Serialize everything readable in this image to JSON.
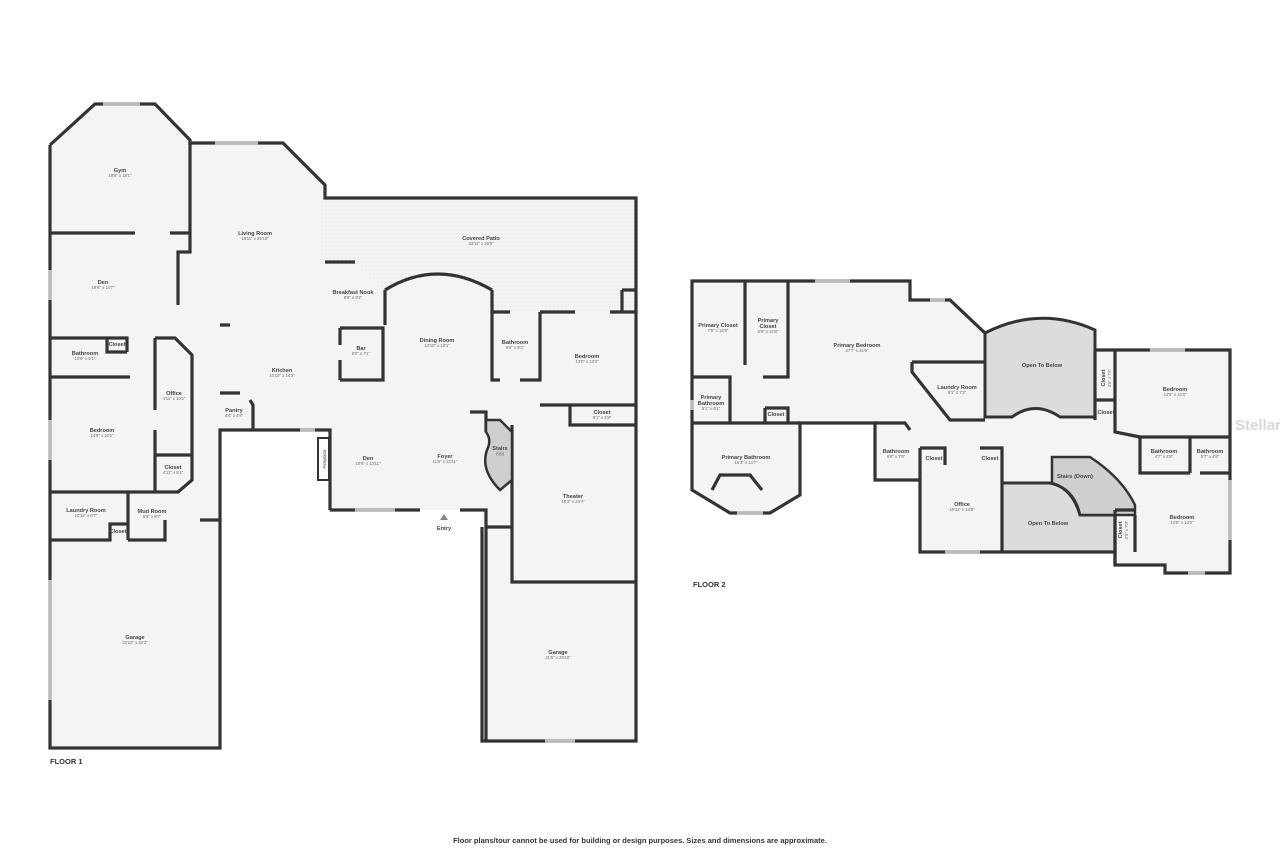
{
  "floor1": {
    "label": "FLOOR 1",
    "rooms": [
      {
        "name": "Gym",
        "dims": "19'8\" x 18'1\""
      },
      {
        "name": "Living Room",
        "dims": "18'11\" x 25'10\""
      },
      {
        "name": "Den",
        "dims": "19'8\" x 14'7\""
      },
      {
        "name": "Covered Patio",
        "dims": "43'11\" x 16'0\""
      },
      {
        "name": "Breakfast Nook",
        "dims": "8'6\" x 9'2\""
      },
      {
        "name": "Bar",
        "dims": "6'0\" x 7'1\""
      },
      {
        "name": "Dining Room",
        "dims": "14'10\" x 18'1\""
      },
      {
        "name": "Bathroom",
        "dims": "6'6\" x 9'4\""
      },
      {
        "name": "Bedroom",
        "dims": "13'0\" x 13'4\""
      },
      {
        "name": "Bathroom",
        "dims": "10'9\" x 5'1\""
      },
      {
        "name": "Closet",
        "dims": ""
      },
      {
        "name": "Office",
        "dims": "4'11\" x 10'2\""
      },
      {
        "name": "Kitchen",
        "dims": "10'10\" x 14'3\""
      },
      {
        "name": "Bedroom",
        "dims": "14'9\" x 16'2\""
      },
      {
        "name": "Pantry",
        "dims": "4'6\" x 4'9\""
      },
      {
        "name": "Closet",
        "dims": "4'11\" x 5'1\""
      },
      {
        "name": "Closet",
        "dims": "9'1\" x 2'9\""
      },
      {
        "name": "Den",
        "dims": "10'8\" x 13'11\""
      },
      {
        "name": "Foyer",
        "dims": "11'6\" x 13'11\""
      },
      {
        "name": "Stairs",
        "dims": "(Up)"
      },
      {
        "name": "Theater",
        "dims": "18'3\" x 24'4\""
      },
      {
        "name": "Laundry Room",
        "dims": "10'11\" x 6'7\""
      },
      {
        "name": "Mud Room",
        "dims": "6'9\" x 6'7\""
      },
      {
        "name": "Closet",
        "dims": ""
      },
      {
        "name": "Garage",
        "dims": "23'10\" x 32'3\""
      },
      {
        "name": "Garage",
        "dims": "21'6\" x 29'10\""
      }
    ],
    "fireplace": "Fireplace",
    "entry": "Entry"
  },
  "floor2": {
    "label": "FLOOR 2",
    "rooms": [
      {
        "name": "Primary Closet",
        "dims": "7'6\" x 12'8\""
      },
      {
        "name": "Primary Closet",
        "dims": "5'8\" x 12'8\""
      },
      {
        "name": "Primary Bedroom",
        "dims": "27'7\" x 21'5\""
      },
      {
        "name": "Laundry Room",
        "dims": "9'1\" x 7'3\""
      },
      {
        "name": "Open To Below",
        "dims": ""
      },
      {
        "name": "Bedroom",
        "dims": "14'6\" x 12'3\""
      },
      {
        "name": "Closet",
        "dims": ""
      },
      {
        "name": "Primary Bathroom",
        "dims": "5'1\" x 6'1\""
      },
      {
        "name": "Closet",
        "dims": ""
      },
      {
        "name": "Primary Bathroom",
        "dims": "15'3\" x 14'7\""
      },
      {
        "name": "Bathroom",
        "dims": "6'8\" x 7'8\""
      },
      {
        "name": "Closet",
        "dims": ""
      },
      {
        "name": "Closet",
        "dims": ""
      },
      {
        "name": "Stairs (Down)",
        "dims": ""
      },
      {
        "name": "Bathroom",
        "dims": "4'7\" x 4'8\""
      },
      {
        "name": "Bathroom",
        "dims": "5'7\" x 4'8\""
      },
      {
        "name": "Office",
        "dims": "10'11\" x 14'8\""
      },
      {
        "name": "Open To Below",
        "dims": ""
      },
      {
        "name": "Bedroom",
        "dims": "14'9\" x 13'0\""
      }
    ],
    "rotated_closets": [
      {
        "name": "Closet",
        "dims": "2'5\" x 7'5\""
      },
      {
        "name": "Closet",
        "dims": "2'5\" x 7'8\""
      }
    ]
  },
  "watermark": "StellarMLS",
  "disclaimer": "Floor plans/tour cannot be used for building or design purposes. Sizes and dimensions are approximate.",
  "colors": {
    "wall": "#333333",
    "floor": "#f4f4f4",
    "open_to_below": "#dcdcdc"
  }
}
